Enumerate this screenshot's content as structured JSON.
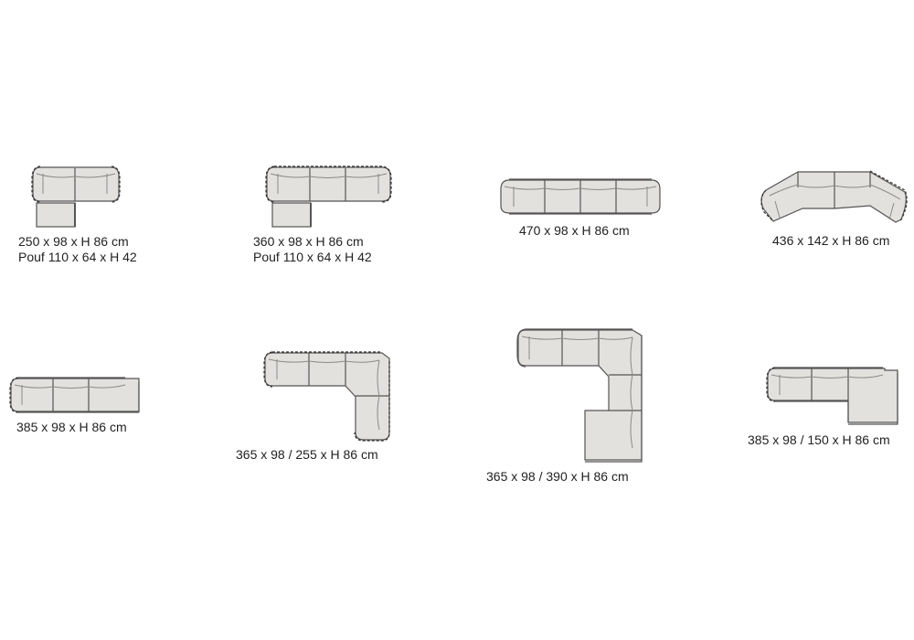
{
  "colors": {
    "background": "#ffffff",
    "upholstery": "#e3e1de",
    "outline": "#555555",
    "text": "#222222"
  },
  "configurations": [
    {
      "id": "c1",
      "type": "2-seat-sofa-with-pouf",
      "modules": 2,
      "lines": [
        "250 x 98 x H 86 cm",
        "Pouf 110 x 64 x H 42"
      ]
    },
    {
      "id": "c2",
      "type": "3-seat-sofa-with-pouf",
      "modules": 3,
      "lines": [
        "360 x 98 x H 86 cm",
        "Pouf 110 x 64 x H 42"
      ]
    },
    {
      "id": "c3",
      "type": "4-seat-sofa",
      "modules": 4,
      "lines": [
        "470 x 98 x H 86 cm"
      ]
    },
    {
      "id": "c4",
      "type": "angled-sofa",
      "modules": 4,
      "lines": [
        "436 x 142 x H 86 cm"
      ]
    },
    {
      "id": "c5",
      "type": "3-seat-sofa-open-end",
      "modules": 3,
      "lines": [
        "385 x 98 x H 86 cm"
      ]
    },
    {
      "id": "c6",
      "type": "corner-sofa",
      "modules": 5,
      "lines": [
        "365 x 98 / 255 x H 86 cm"
      ]
    },
    {
      "id": "c7",
      "type": "corner-sofa-with-chaise",
      "modules": 7,
      "lines": [
        "365 x 98 / 390 x H 86 cm"
      ]
    },
    {
      "id": "c8",
      "type": "sofa-with-chaise-longue",
      "modules": 4,
      "lines": [
        "385 x 98 / 150 x H 86 cm"
      ]
    }
  ]
}
